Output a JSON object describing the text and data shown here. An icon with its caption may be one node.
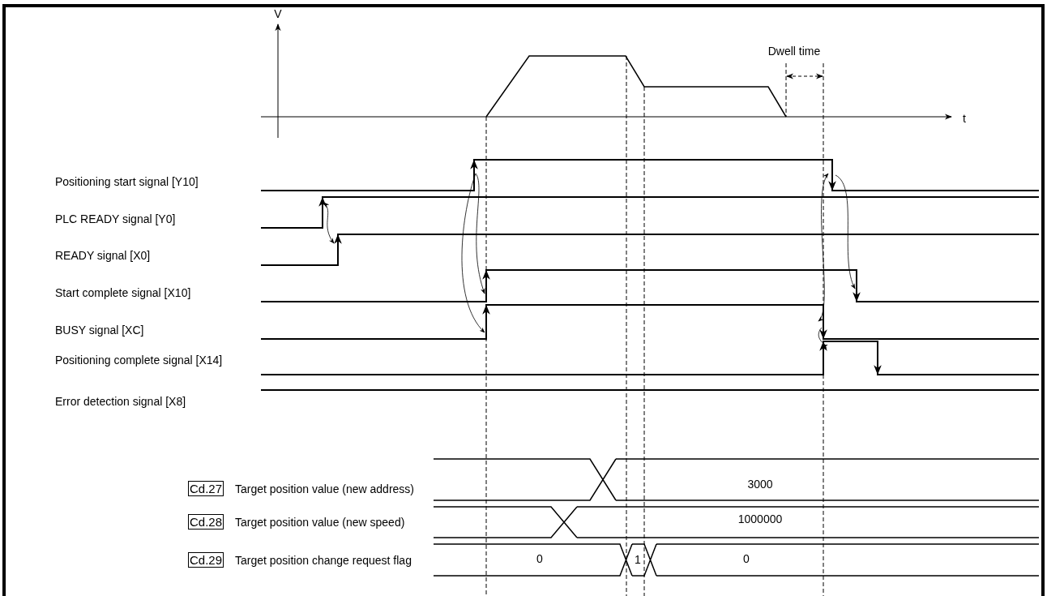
{
  "diagram": {
    "labels": [
      "V",
      "Dwell time",
      "t",
      "Positioning start signal [Y10]",
      "PLC READY signal [Y0]",
      "READY signal [X0]",
      "Start complete signal [X10]",
      "BUSY signal [XC]",
      "Positioning complete signal [X14]",
      "Error detection signal [X8]",
      "Cd.27",
      "Target position value (new address)",
      "3000",
      "Cd.28",
      "Target position value (new speed)",
      "1000000",
      "Cd.29",
      "Target position change request flag",
      "0",
      "1",
      "0"
    ]
  }
}
